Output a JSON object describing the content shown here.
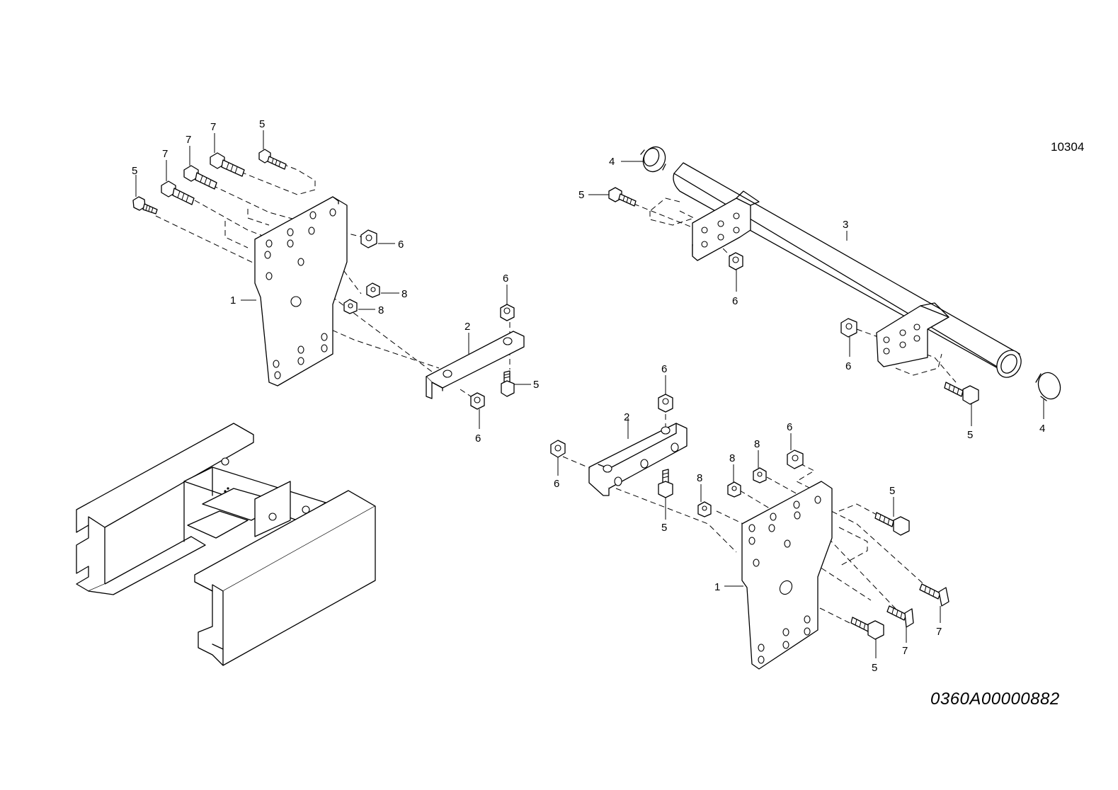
{
  "drawing": {
    "sheet_code": "10304",
    "drawing_number": "0360A00000882"
  },
  "callouts": {
    "c1": "1",
    "c2": "2",
    "c3": "3",
    "c4": "4",
    "c5": "5",
    "c6": "6",
    "c7": "7",
    "c8": "8"
  }
}
